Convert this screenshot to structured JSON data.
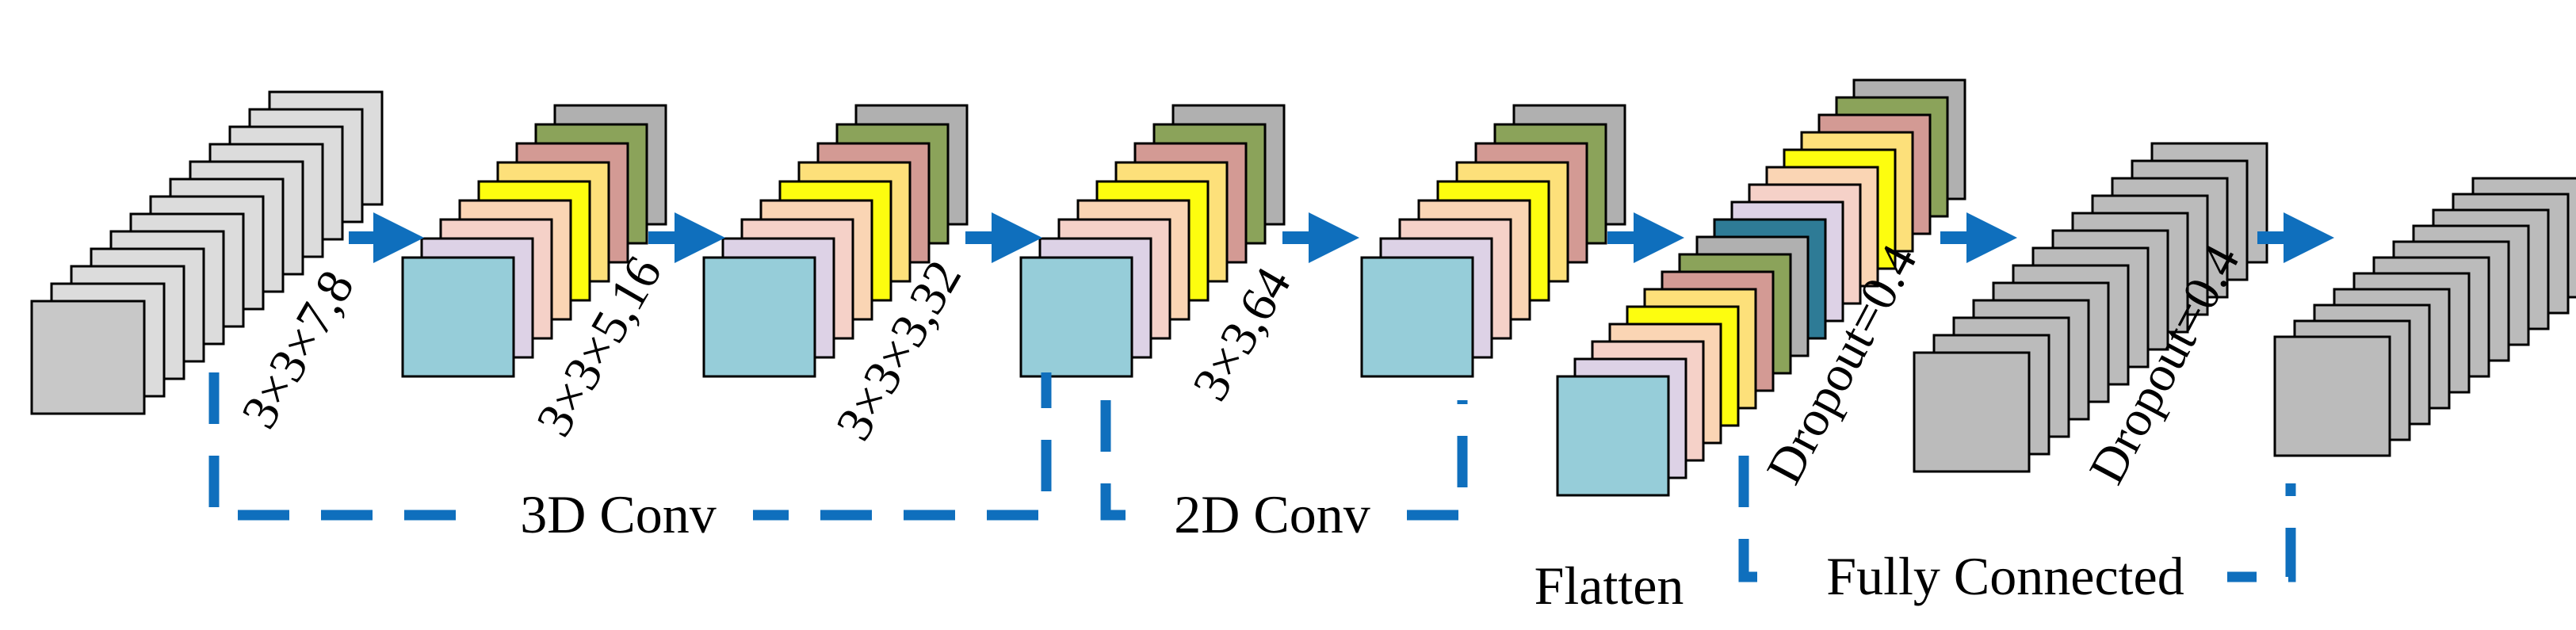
{
  "diagram": {
    "kernel_labels": [
      "3×3×7,8",
      "3×3×5,16",
      "3×3×3,32",
      "3×3,64"
    ],
    "dropout_labels": [
      "Dropout=0.4",
      "Dropout=0.4"
    ],
    "group_labels": {
      "conv3d": "3D Conv",
      "conv2d": "2D Conv",
      "flatten": "Flatten",
      "fully_connected": "Fully Connected"
    },
    "colors": {
      "arrow": "#0f6fbd",
      "bracket": "#0f6fbd",
      "input_gray": "#dcdcdc",
      "input_gray_dark": "#c8c8c8",
      "feature_front": "#96cdd9",
      "fc_gray": "#bbbbbb",
      "palette": [
        "#ddd2e6",
        "#f5d1c8",
        "#fad5b4",
        "#fdfd0f",
        "#fde07a",
        "#d39a94",
        "#8ba35a",
        "#b0b0b0",
        "#2e7b96"
      ]
    }
  }
}
